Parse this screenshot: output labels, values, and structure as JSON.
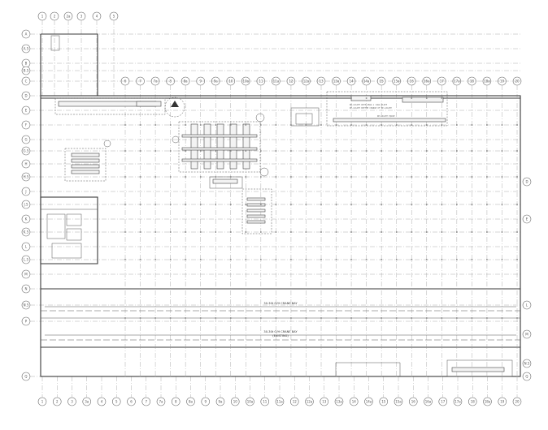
{
  "drawing": {
    "crane_bay_label": "30-30t O/H CRANE BAY",
    "crane_bay_label_existing": "30-30t O/H CRANE BAY",
    "crane_bay_sub": "(EXISTING)",
    "equipment_note_1": "RE-LOCATE EQUIP",
    "equipment_note_2": "RE-LOCATE WITH 48mm x 14mm PLATE",
    "equipment_note_3": "RE-LOCATE BOTTOM CHANGE OF RE-LOCATE",
    "right_note": "RE-LOCATE EQUIP"
  },
  "grid": {
    "top_columns": [
      "1",
      "2",
      "2a",
      "3",
      "4",
      "5"
    ],
    "main_columns": [
      "6",
      "7",
      "7a",
      "8",
      "8a",
      "9",
      "9a",
      "10",
      "10a",
      "11",
      "11a",
      "12",
      "12a",
      "13",
      "13a",
      "14",
      "14a",
      "15",
      "15a",
      "16",
      "16a",
      "17",
      "17a",
      "18",
      "18a",
      "19",
      "20"
    ],
    "bottom_columns": [
      "1",
      "2",
      "3",
      "3a",
      "4",
      "5",
      "6",
      "7",
      "7a",
      "8",
      "8a",
      "9",
      "9a",
      "10",
      "10a",
      "11",
      "11a",
      "12",
      "12a",
      "13",
      "13a",
      "14",
      "14a",
      "15",
      "15a",
      "16",
      "16a",
      "17",
      "17a",
      "18",
      "18a",
      "19",
      "20"
    ],
    "rows": [
      "A",
      "A.5",
      "B",
      "B.5",
      "C",
      "D",
      "E",
      "F",
      "G",
      "G.5",
      "H",
      "H.5",
      "J",
      "J.5",
      "K",
      "K.5",
      "L",
      "L.5",
      "M",
      "N",
      "N.5",
      "P",
      "Q"
    ],
    "right_rows": [
      "D",
      "E",
      "L",
      "M",
      "N.5",
      "Q"
    ]
  }
}
